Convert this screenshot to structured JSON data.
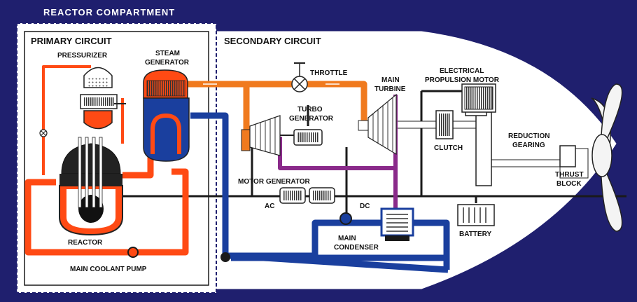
{
  "labels": {
    "reactor_compartment": "REACTOR COMPARTMENT",
    "primary_circuit": "PRIMARY CIRCUIT",
    "secondary_circuit": "SECONDARY CIRCUIT",
    "pressurizer": "PRESSURIZER",
    "steam_generator_1": "STEAM",
    "steam_generator_2": "GENERATOR",
    "reactor": "REACTOR",
    "main_coolant_pump": "MAIN COOLANT PUMP",
    "throttle": "THROTTLE",
    "main_turbine_1": "MAIN",
    "main_turbine_2": "TURBINE",
    "turbo_generator_1": "TURBO",
    "turbo_generator_2": "GENERATOR",
    "electrical_propulsion_motor_1": "ELECTRICAL",
    "electrical_propulsion_motor_2": "PROPULSION MOTOR",
    "clutch": "CLUTCH",
    "reduction_gearing_1": "REDUCTION",
    "reduction_gearing_2": "GEARING",
    "thrust_block_1": "THRUST",
    "thrust_block_2": "BLOCK",
    "motor_generator": "MOTOR GENERATOR",
    "ac": "AC",
    "dc": "DC",
    "battery": "BATTERY",
    "main_condenser_1": "MAIN",
    "main_condenser_2": "CONDENSER"
  },
  "colors": {
    "background": "#1f1f6e",
    "hull": "#ffffff",
    "primary_loop": "#ff4a14",
    "steam_line": "#f07a1e",
    "condensate_line": "#1a3f9e",
    "exhaust_line": "#8a2a8a",
    "electrical": "#1a1a1a"
  }
}
